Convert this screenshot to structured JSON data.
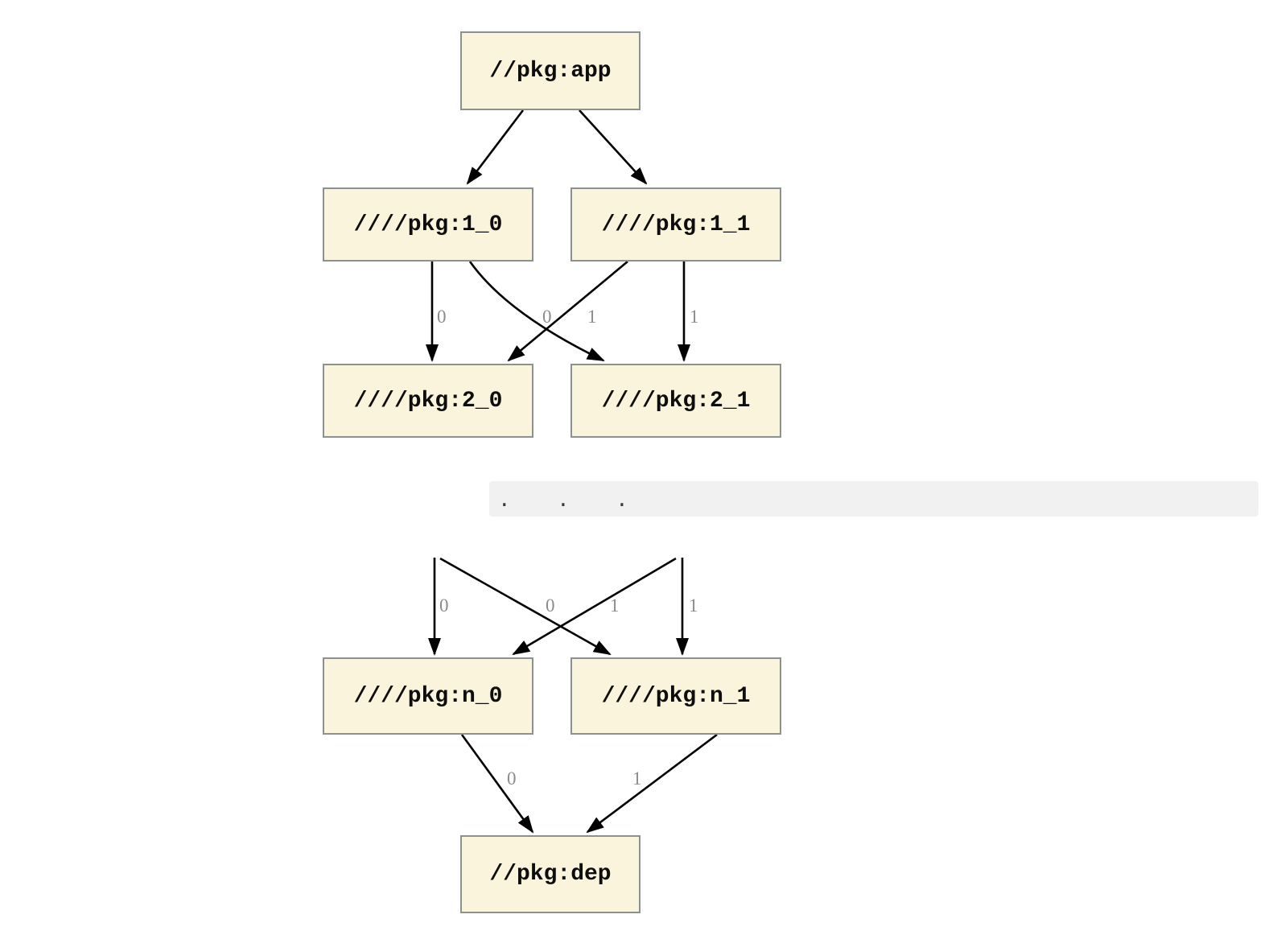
{
  "diagram_type": "dependency-graph",
  "nodes": [
    {
      "id": "app",
      "label": "//pkg:app"
    },
    {
      "id": "1_0",
      "label": "////pkg:1_0"
    },
    {
      "id": "1_1",
      "label": "////pkg:1_1"
    },
    {
      "id": "2_0",
      "label": "////pkg:2_0"
    },
    {
      "id": "2_1",
      "label": "////pkg:2_1"
    },
    {
      "id": "n_0",
      "label": "////pkg:n_0"
    },
    {
      "id": "n_1",
      "label": "////pkg:n_1"
    },
    {
      "id": "dep",
      "label": "//pkg:dep"
    }
  ],
  "edges": [
    {
      "from": "//pkg:app",
      "to": "////pkg:1_0",
      "label": ""
    },
    {
      "from": "//pkg:app",
      "to": "////pkg:1_1",
      "label": ""
    },
    {
      "from": "////pkg:1_0",
      "to": "////pkg:2_0",
      "label": "0"
    },
    {
      "from": "////pkg:1_1",
      "to": "////pkg:2_0",
      "label": "0"
    },
    {
      "from": "////pkg:1_0",
      "to": "////pkg:2_1",
      "label": "1"
    },
    {
      "from": "////pkg:1_1",
      "to": "////pkg:2_1",
      "label": "1"
    },
    {
      "from": "...",
      "to": "////pkg:n_0",
      "label": "0"
    },
    {
      "from": "...",
      "to": "////pkg:n_0",
      "label": "0"
    },
    {
      "from": "...",
      "to": "////pkg:n_1",
      "label": "1"
    },
    {
      "from": "...",
      "to": "////pkg:n_1",
      "label": "1"
    },
    {
      "from": "////pkg:n_0",
      "to": "//pkg:dep",
      "label": "0"
    },
    {
      "from": "////pkg:n_1",
      "to": "//pkg:dep",
      "label": "1"
    }
  ],
  "ellipsis": ". . .",
  "colors": {
    "node_fill": "#FBF4DC",
    "node_border": "#8b9090",
    "node_text": "#0d0d0d",
    "edge": "#000000",
    "edge_label": "#8b8b8b",
    "band_bg": "#f1f1f1",
    "background": "#ffffff"
  }
}
